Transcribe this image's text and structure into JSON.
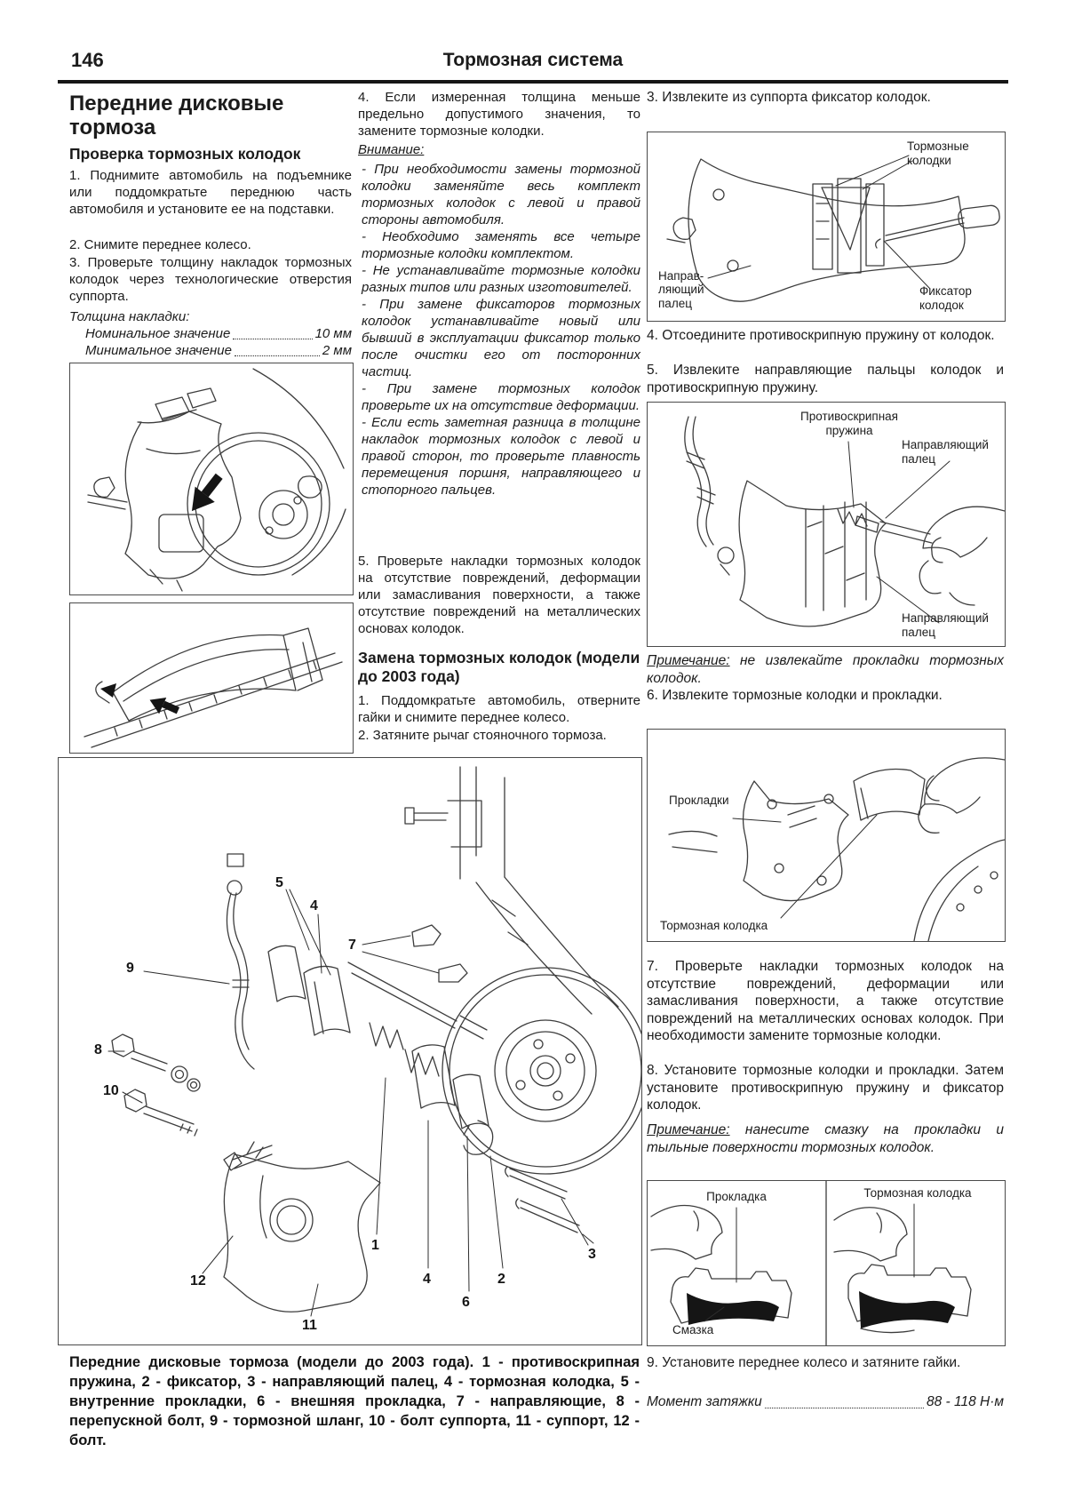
{
  "header": {
    "page_number": "146",
    "title": "Тормозная система"
  },
  "left_column": {
    "title": "Передние дисковые тормоза",
    "section_title": "Проверка тормозных колодок",
    "step1": "1. Поднимите автомобиль на подъемнике или поддомкратьте переднюю часть автомобиля и установите ее на подставки.",
    "step2": "2. Снимите переднее колесо.",
    "step3": "3. Проверьте толщину накладок тормозных колодок через технологические отверстия суппорта.",
    "spec_title": "Толщина накладки:",
    "spec_rows": [
      {
        "name": "Номинальное значение",
        "value": "10 мм"
      },
      {
        "name": "Минимальное значение",
        "value": "2 мм"
      }
    ]
  },
  "middle_column": {
    "step4": "4. Если измеренная толщина меньше предельно допустимого значения, то замените тормозные колодки.",
    "attention_label": "Внимание:",
    "attention_items": [
      "- При необходимости замены тормозной колодки заменяйте весь комплект тормозных колодок с левой и правой стороны автомобиля.",
      "- Необходимо заменять все четыре тормозные колодки комплектом.",
      "- Не устанавливайте тормозные колодки разных типов или разных изготовителей.",
      "- При замене фиксаторов тормозных колодок устанавливайте новый или бывший в эксплуатации фиксатор только после очистки его от посторонних частиц.",
      "- При замене тормозных колодок проверьте их на отсутствие деформации.",
      "- Если есть заметная разница в толщине накладок тормозных колодок с левой и правой сторон, то проверьте плавность перемещения поршня, направляющего и стопорного пальцев."
    ],
    "step5": "5. Проверьте накладки тормозных колодок на отсутствие повреждений, деформации или замасливания поверхности, а также отсутствие повреждений на металлических основах колодок.",
    "section_title": "Замена тормозных колодок (модели до 2003 года)",
    "step1": "1. Поддомкратьте автомобиль, отверните гайки и снимите переднее колесо.",
    "step2": "2. Затяните рычаг стояночного тормоза."
  },
  "right_column": {
    "step3": "3. Извлеките из суппорта фиксатор колодок.",
    "fig1_labels": {
      "pads": "Тормозные колодки",
      "guide": "Направ- ляющий палец",
      "retainer": "Фиксатор колодок"
    },
    "step4": "4. Отсоедините противоскрипную пружину от колодок.",
    "step5": "5. Извлеките направляющие пальцы колодок и противоскрипную пружину.",
    "fig2_labels": {
      "spring": "Противоскрипная пружина",
      "guide_top": "Направляющий палец",
      "guide_bottom": "Направляющий палец"
    },
    "note1_label": "Примечание:",
    "note1_text": " не извлекайте прокладки тормозных колодок.",
    "step6": "6. Извлеките тормозные колодки и прокладки.",
    "fig3_labels": {
      "shims": "Прокладки",
      "pad": "Тормозная колодка"
    },
    "step7": "7. Проверьте накладки тормозных колодок на отсутствие повреждений, деформации или замасливания поверхности, а также отсутствие повреждений на металлических основах колодок. При необходимости замените тормозные колодки.",
    "step8": "8. Установите тормозные колодки и прокладки. Затем установите противоскрипную пружину и фиксатор колодок.",
    "note2_label": "Примечание:",
    "note2_text": " нанесите смазку на прокладки и тыльные поверхности тормозных колодок.",
    "fig4_labels": {
      "shim": "Прокладка",
      "pad": "Тормозная колодка",
      "grease": "Смазка"
    },
    "step9": "9. Установите переднее колесо и затяните гайки.",
    "torque_label": "Момент затяжки",
    "torque_value": "88 - 118 Н·м"
  },
  "diagram": {
    "caption": "Передние дисковые тормоза (модели до 2003 года). 1 - противоскрипная пружина, 2 - фиксатор, 3 - направляющий палец, 4 - тормозная колодка, 5 - внутренние прокладки, 6 - внешняя прокладка, 7 - направляющие, 8 - перепускной болт, 9 - тормозной шланг, 10 - болт суппорта, 11 - суппорт, 12 - болт.",
    "callouts": [
      "5",
      "4",
      "7",
      "9",
      "8",
      "10",
      "12",
      "11",
      "1",
      "4",
      "6",
      "2",
      "3"
    ]
  }
}
